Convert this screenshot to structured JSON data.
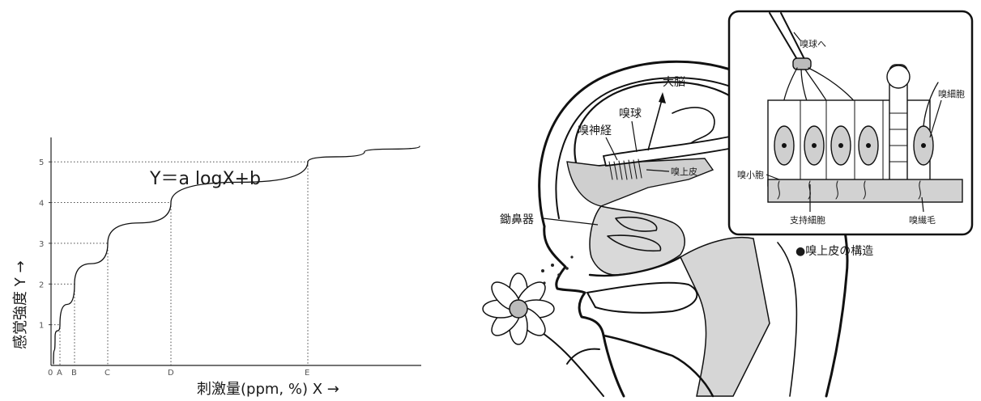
{
  "chart_data": {
    "type": "line",
    "title": "Y＝a logX+b",
    "xlabel": "刺激量(ppm, %) X →",
    "ylabel": "感覚強度 Y →",
    "x_ticks": [
      "0",
      "A",
      "B",
      "C",
      "D",
      "E"
    ],
    "y_ticks": [
      "1",
      "2",
      "3",
      "4",
      "5"
    ],
    "ylim": [
      0,
      5.6
    ],
    "series": [
      {
        "points": [
          {
            "x": "A",
            "y": 1
          },
          {
            "x": "B",
            "y": 2
          },
          {
            "x": "C",
            "y": 3
          },
          {
            "x": "D",
            "y": 4
          },
          {
            "x": "E",
            "y": 5
          }
        ]
      }
    ],
    "grid": false
  },
  "diagram": {
    "labels": {
      "brain": "大脳",
      "olfactory_bulb": "嗅球",
      "olfactory_nerve": "嗅神経",
      "olfactory_epithelium": "嗅上皮",
      "vomeronasal": "鋤鼻器"
    },
    "inset": {
      "to_bulb": "嗅球へ",
      "olfactory_cell": "嗅細胞",
      "vesicle": "嗅小胞",
      "support_cell": "支持細胞",
      "cilia": "嗅繊毛",
      "caption": "●嗅上皮の構造"
    }
  }
}
